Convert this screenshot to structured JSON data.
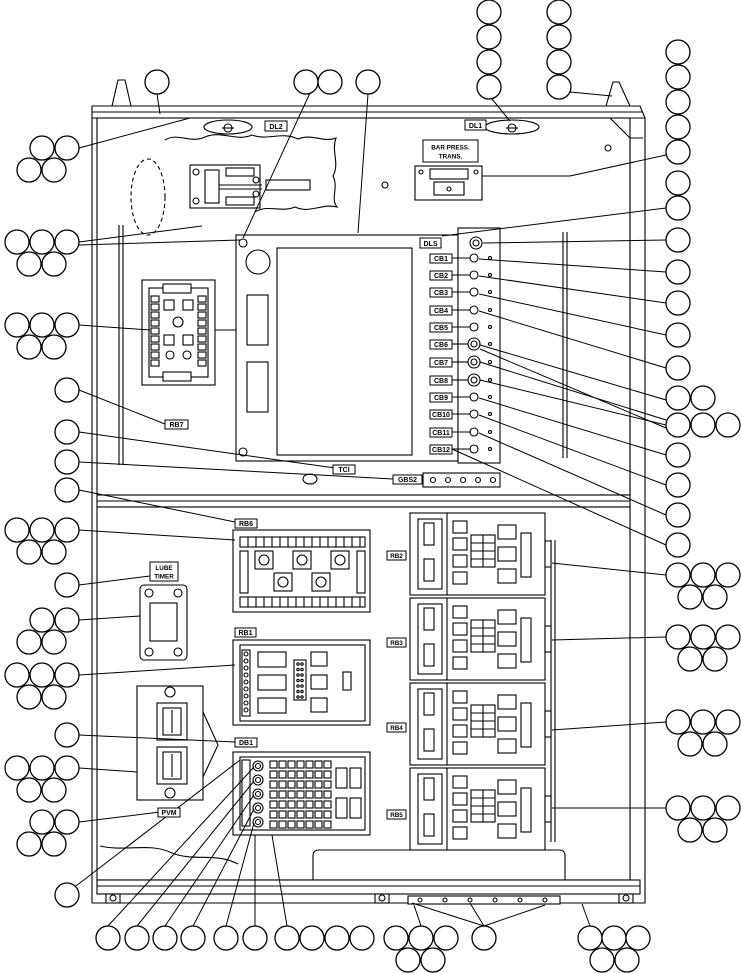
{
  "labels": {
    "dl2": "DL2",
    "dl1": "DL1",
    "bar_press_line1": "BAR PRESS.",
    "bar_press_line2": "TRANS.",
    "dls": "DLS",
    "cb": [
      "CB1",
      "CB2",
      "CB3",
      "CB4",
      "CB5",
      "CB6",
      "CB7",
      "CB8",
      "CB9",
      "CB10",
      "CB11",
      "CB12"
    ],
    "rb7": "RB7",
    "tci": "TCI",
    "gbs2": "GBS2",
    "rb6": "RB6",
    "lube_line1": "LUBE",
    "lube_line2": "TIMER",
    "rb1": "RB1",
    "db1": "DB1",
    "pvm": "PVM",
    "rb2": "RB2",
    "rb3": "RB3",
    "rb4": "RB4",
    "rb5": "RB5"
  }
}
